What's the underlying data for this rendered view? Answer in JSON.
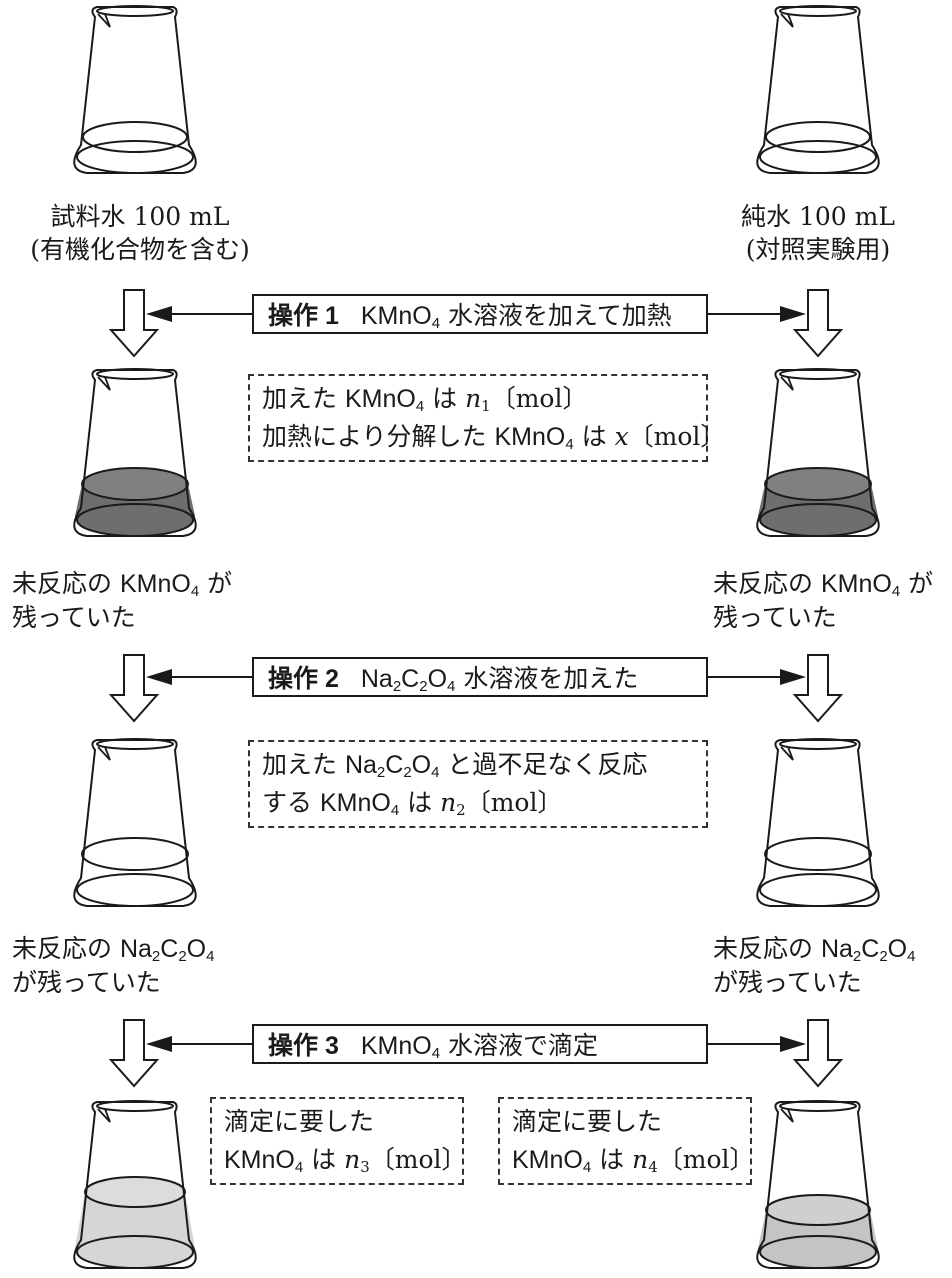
{
  "left_top_caption": [
    "試料水 100 mL",
    "(有機化合物を含む)"
  ],
  "right_top_caption": [
    "純水 100 mL",
    "(対照実験用)"
  ],
  "operations": [
    {
      "number": "操作 1",
      "text_parts": [
        "KMnO",
        "4",
        " 水溶液を加えて加熱"
      ]
    },
    {
      "number": "操作 2",
      "text_parts": [
        "Na",
        "2",
        "C",
        "2",
        "O",
        "4",
        " 水溶液を加えた"
      ]
    },
    {
      "number": "操作 3",
      "text_parts": [
        "KMnO",
        "4",
        " 水溶液で滴定"
      ]
    }
  ],
  "notes": {
    "step1": {
      "line1": [
        "加えた ",
        "KMnO",
        "4",
        " は ",
        "n",
        "1",
        "〔mol〕"
      ],
      "line2": [
        "加熱により分解した ",
        "KMnO",
        "4",
        " は ",
        "x",
        "〔mol〕"
      ]
    },
    "step2": {
      "line1": [
        "加えた ",
        "Na",
        "2",
        "C",
        "2",
        "O",
        "4",
        " と過不足なく反応"
      ],
      "line2": [
        "する ",
        "KMnO",
        "4",
        " は ",
        "n",
        "2",
        "〔mol〕"
      ]
    },
    "step3_left": {
      "line1": "滴定に要した",
      "line2": [
        "KMnO",
        "4",
        " は ",
        "n",
        "3",
        "〔mol〕"
      ]
    },
    "step3_right": {
      "line1": "滴定に要した",
      "line2": [
        "KMnO",
        "4",
        " は ",
        "n",
        "4",
        "〔mol〕"
      ]
    }
  },
  "results": {
    "after1": [
      "未反応の ",
      "KMnO",
      "4",
      " が",
      "残っていた"
    ],
    "after2": [
      "未反応の ",
      "Na",
      "2",
      "C",
      "2",
      "O",
      "4",
      "が残っていた"
    ]
  },
  "colors": {
    "line": "#1a1a1a",
    "liquid_dark": "#6e6e6e",
    "liquid_light": "#d6d6d6",
    "liquid_medium": "#c4c4c4"
  }
}
